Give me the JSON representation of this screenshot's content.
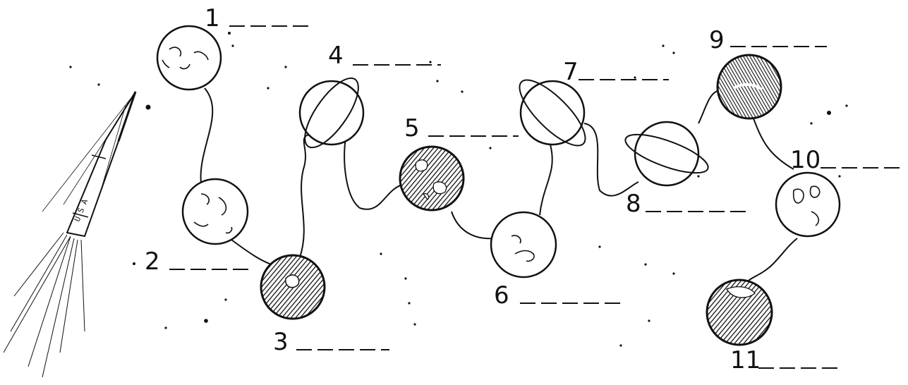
{
  "worksheet": {
    "labels": [
      "1",
      "2",
      "3",
      "4",
      "5",
      "6",
      "7",
      "8",
      "9",
      "10",
      "11"
    ],
    "rocket_marking": "U S A"
  },
  "colors": {
    "ink": "#111111",
    "paper": "#ffffff"
  },
  "icons": [
    "rocket-icon",
    "planet-icon",
    "star-dot-icon"
  ]
}
